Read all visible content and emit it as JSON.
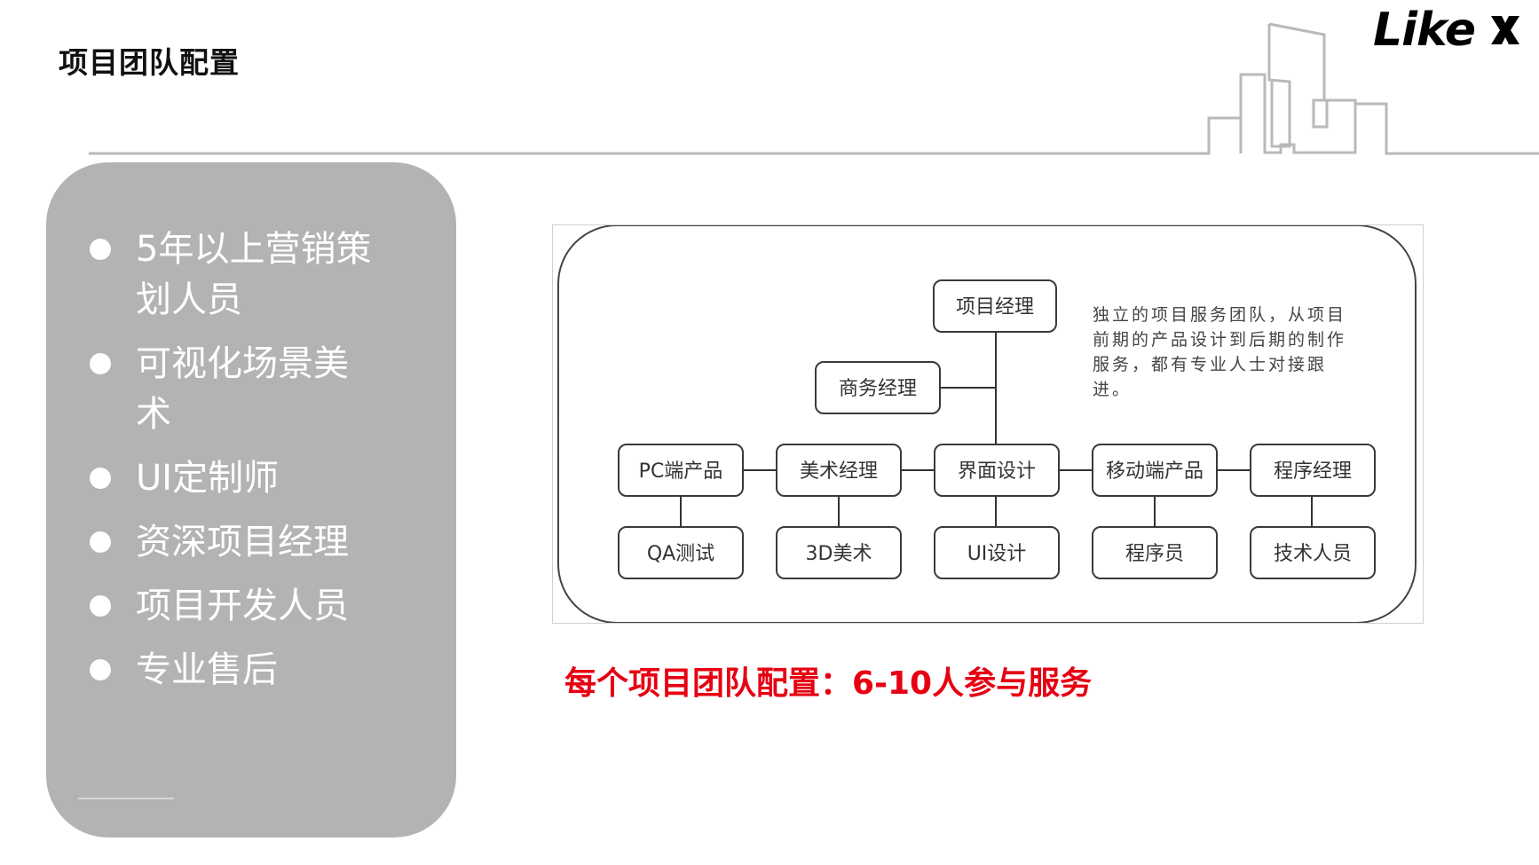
{
  "header": {
    "title": "项目团队配置",
    "logo_text": "Like"
  },
  "sidebar": {
    "items": [
      {
        "line1": "5年以上营销策",
        "line2": "划人员"
      },
      {
        "line1": "可视化场景美",
        "line2": "术"
      },
      {
        "line1": "UI定制师",
        "line2": ""
      },
      {
        "line1": "资深项目经理",
        "line2": ""
      },
      {
        "line1": "项目开发人员",
        "line2": ""
      },
      {
        "line1": "专业售后",
        "line2": ""
      }
    ]
  },
  "org_chart": {
    "top": "项目经理",
    "business": "商务经理",
    "row1": [
      "PC端产品",
      "美术经理",
      "界面设计",
      "移动端产品",
      "程序经理"
    ],
    "row2": [
      "QA测试",
      "3D美术",
      "UI设计",
      "程序员",
      "技术人员"
    ],
    "description": [
      "独立的项目服务团队，从项目",
      "前期的产品设计到后期的制作",
      "服务，都有专业人士对接跟",
      "进。"
    ]
  },
  "footer": {
    "tagline": "每个项目团队配置：6-10人参与服务"
  }
}
